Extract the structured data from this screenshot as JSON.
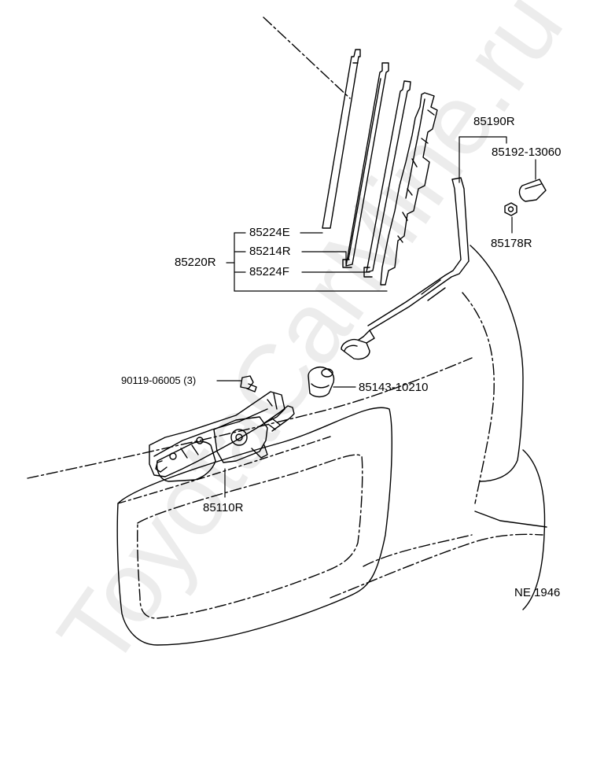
{
  "parts": {
    "blade_refill_e": "85224E",
    "blade_refill_r": "85214R",
    "blade_refill_f": "85224F",
    "blade_assembly": "85220R",
    "arm_assembly": "85190R",
    "arm_cap": "85192-13060",
    "arm_nut": "85178R",
    "bolt": "90119-06005 (3)",
    "grommet": "85143-10210",
    "motor": "85110R"
  },
  "figure_code": "NE 1946",
  "watermark": "ToyotaCarMine.ru",
  "colors": {
    "ink": "#000000",
    "paper": "#ffffff"
  }
}
